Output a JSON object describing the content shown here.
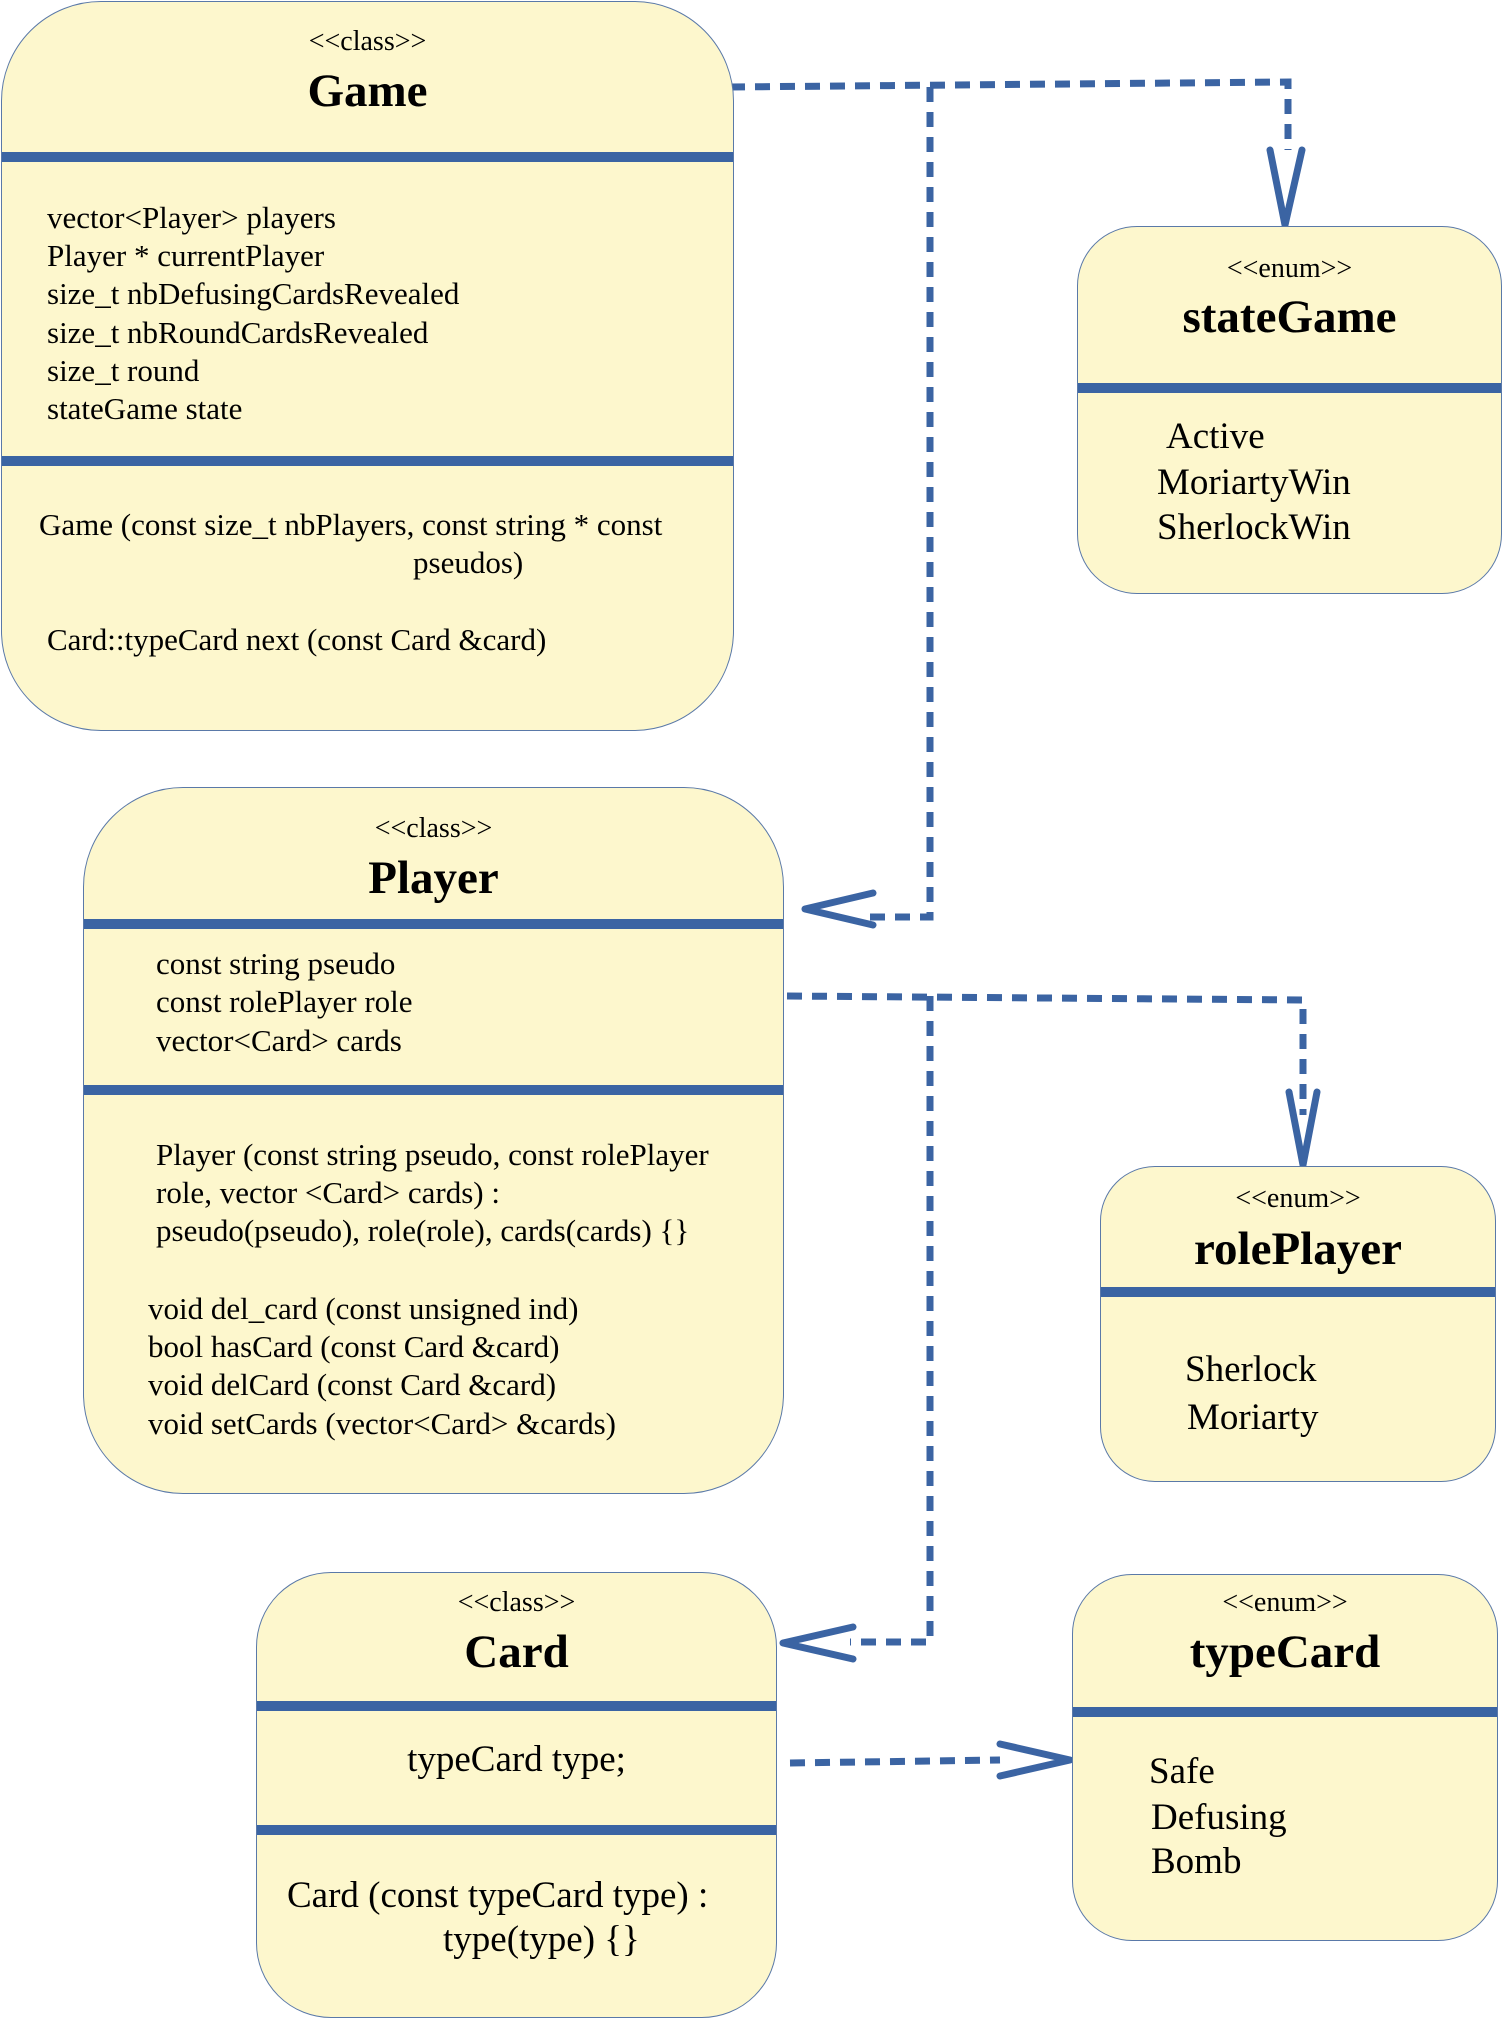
{
  "colors": {
    "box_fill": "#fdf7cd",
    "box_border": "#5a79a8",
    "accent": "#3b64a3"
  },
  "game": {
    "stereotype": "<<class>>",
    "name": "Game",
    "attributes": [
      "vector<Player> players",
      "Player * currentPlayer",
      "size_t nbDefusingCardsRevealed",
      "size_t nbRoundCardsRevealed",
      "size_t round",
      "stateGame state"
    ],
    "ctor_line1": "Game (const size_t nbPlayers, const string * const",
    "ctor_line2": "pseudos)",
    "method": "Card::typeCard next (const Card &card)"
  },
  "state_game": {
    "stereotype": "<<enum>>",
    "name": "stateGame",
    "values": [
      "Active",
      "MoriartyWin",
      "SherlockWin"
    ]
  },
  "player": {
    "stereotype": "<<class>>",
    "name": "Player",
    "attributes": [
      "const string pseudo",
      "const rolePlayer role",
      "vector<Card> cards"
    ],
    "ctor": [
      "Player (const string pseudo, const rolePlayer",
      "role, vector <Card> cards) :",
      "pseudo(pseudo), role(role), cards(cards) {}"
    ],
    "methods": [
      "void del_card (const unsigned ind)",
      "bool hasCard (const Card &card)",
      "void delCard (const Card &card)",
      "void setCards (vector<Card> &cards)"
    ]
  },
  "role_player": {
    "stereotype": "<<enum>>",
    "name": "rolePlayer",
    "values": [
      "Sherlock",
      "Moriarty"
    ]
  },
  "card": {
    "stereotype": "<<class>>",
    "name": "Card",
    "attribute": "typeCard type;",
    "ctor_line1": "Card (const typeCard type) :",
    "ctor_line2": "type(type) {}"
  },
  "type_card": {
    "stereotype": "<<enum>>",
    "name": "typeCard",
    "values": [
      "Safe",
      "Defusing",
      "Bomb"
    ]
  }
}
